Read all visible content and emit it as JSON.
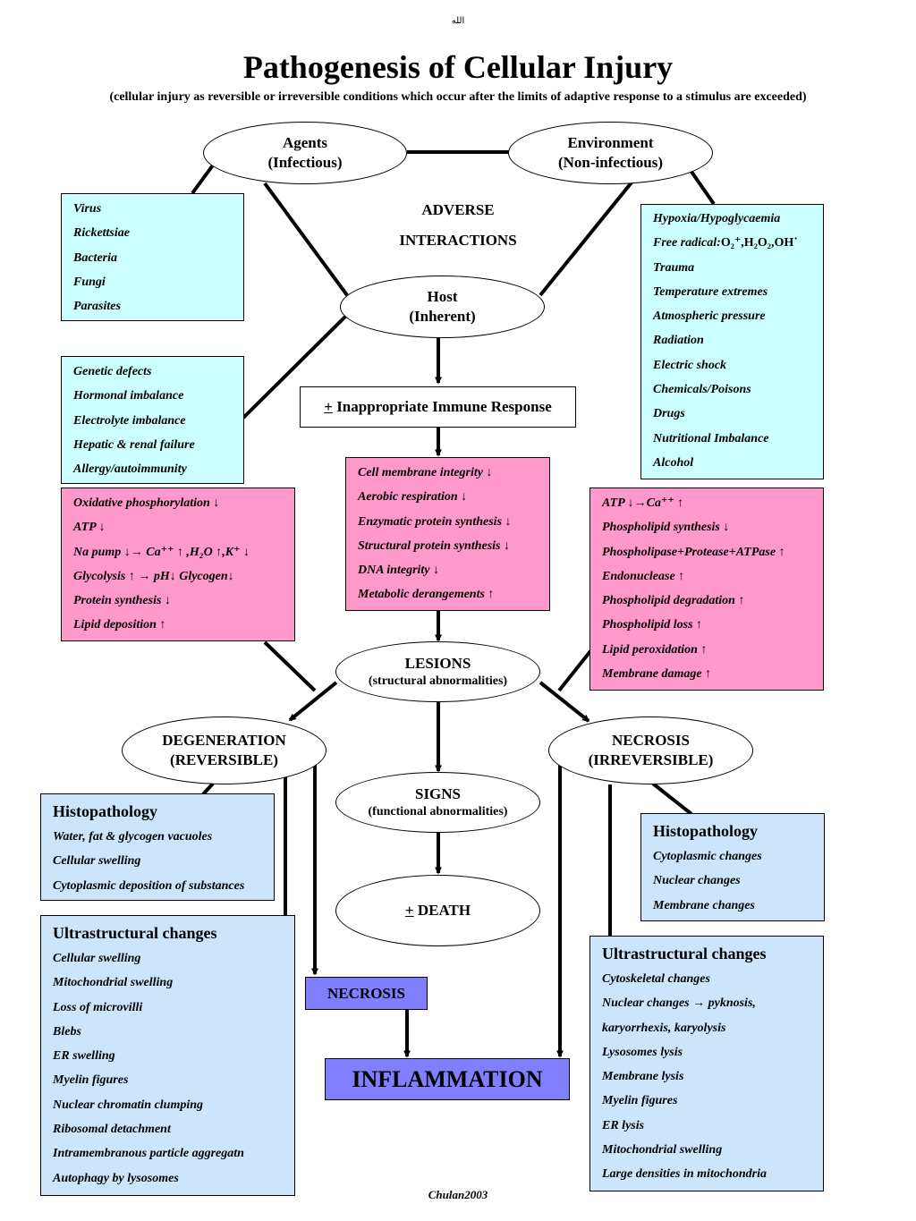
{
  "header": {
    "top_mark": "الله",
    "title": "Pathogenesis of Cellular Injury",
    "subtitle": "(cellular injury as reversible or irreversible conditions which occur after the limits of adaptive response to a stimulus are exceeded)"
  },
  "nodes": {
    "agents": {
      "line1": "Agents",
      "line2": "(Infectious)"
    },
    "environment": {
      "line1": "Environment",
      "line2": "(Non-infectious)"
    },
    "host": {
      "line1": "Host",
      "line2": "(Inherent)"
    },
    "adverse": {
      "line1": "ADVERSE",
      "line2": "INTERACTIONS"
    },
    "immune": {
      "sign": "+",
      "text": " Inappropriate Immune Response"
    },
    "lesions": {
      "line1": "LESIONS",
      "line2": "(structural abnormalities)"
    },
    "degeneration": {
      "line1": "DEGENERATION",
      "line2": "(REVERSIBLE)"
    },
    "necrosis_ellipse": {
      "line1": "NECROSIS",
      "line2": "(IRREVERSIBLE)"
    },
    "signs": {
      "line1": "SIGNS",
      "line2": "(functional abnormalities)"
    },
    "death": {
      "sign": "+",
      "text": " DEATH"
    },
    "necrosis_box": "NECROSIS",
    "inflammation": "INFLAMMATION"
  },
  "boxes": {
    "infectious_agents": [
      "Virus",
      "Rickettsiae",
      "Bacteria",
      "Fungi",
      "Parasites"
    ],
    "host_factors": [
      "Genetic defects",
      "Hormonal imbalance",
      "Electrolyte imbalance",
      "Hepatic & renal failure",
      "Allergy/autoimmunity"
    ],
    "environment_factors": [
      "Hypoxia/Hypoglycaemia",
      "Trauma",
      "Temperature extremes",
      "Atmospheric pressure",
      "Radiation",
      "Electric shock",
      "Chemicals/Poisons",
      "Drugs",
      "Nutritional Imbalance",
      "Alcohol"
    ],
    "free_radical": {
      "label": "Free radical:",
      "formula": "O₂⁺,H₂O₂,OH˙"
    },
    "left_pink": [
      "Oxidative phosphorylation ↓",
      "ATP ↓",
      "Na pump ↓→ Ca⁺⁺ ↑ ,H₂O ↑,K⁺ ↓",
      "Glycolysis ↑ →  pH↓ Glycogen↓",
      "Protein synthesis ↓",
      "Lipid deposition ↑"
    ],
    "center_pink": [
      "Cell membrane integrity ↓",
      "Aerobic respiration ↓",
      "Enzymatic protein synthesis ↓",
      "Structural protein synthesis  ↓",
      "DNA integrity  ↓",
      "Metabolic derangements ↑"
    ],
    "right_pink": [
      "ATP ↓→Ca⁺⁺ ↑",
      "Phospholipid synthesis ↓",
      "Phospholipase+Protease+ATPase ↑",
      "Endonuclease ↑",
      "Phospholipid degradation ↑",
      "Phospholipid loss ↑",
      "Lipid peroxidation ↑",
      "Membrane damage ↑"
    ],
    "left_histo": {
      "title": "Histopathology",
      "items": [
        "Water, fat & glycogen vacuoles",
        "Cellular swelling",
        "Cytoplasmic deposition of substances"
      ]
    },
    "left_ultra": {
      "title": "Ultrastructural changes",
      "items": [
        "Cellular swelling",
        "Mitochondrial swelling",
        "Loss of microvilli",
        "Blebs",
        "ER swelling",
        "Myelin figures",
        "Nuclear chromatin clumping",
        "Ribosomal detachment",
        "Intramembranous particle aggregatn",
        "Autophagy by lysosomes"
      ]
    },
    "right_histo": {
      "title": "Histopathology",
      "items": [
        "Cytoplasmic changes",
        "Nuclear changes",
        "Membrane changes"
      ]
    },
    "right_ultra": {
      "title": "Ultrastructural changes",
      "items": [
        "Cytoskeletal changes",
        "Nuclear changes → pyknosis,",
        "karyorrhexis, karyolysis",
        "Lysosomes lysis",
        "Membrane lysis",
        "Myelin figures",
        "ER lysis",
        "Mitochondrial swelling",
        "Large densities in mitochondria"
      ]
    }
  },
  "footer": "Chulan2003",
  "colors": {
    "cyan": "#ccffff",
    "pink": "#ff99cc",
    "blue": "#cce5fb",
    "purple": "#8080ff"
  }
}
